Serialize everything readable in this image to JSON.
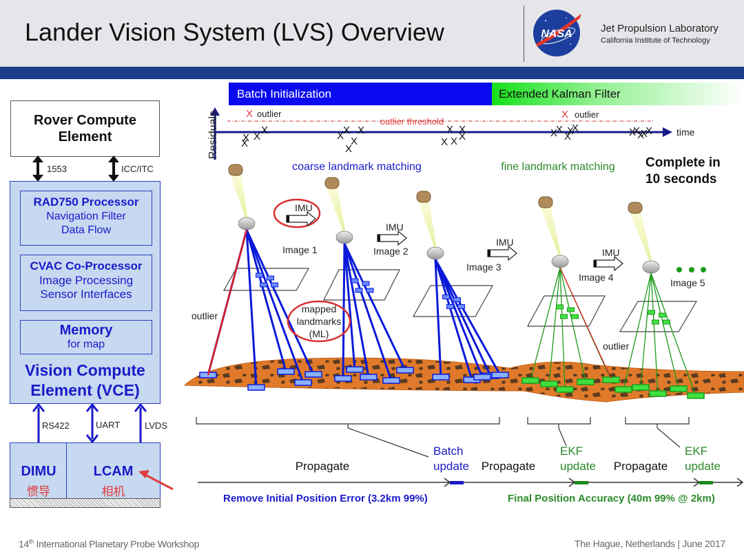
{
  "header": {
    "title": "Lander Vision System (LVS) Overview",
    "logo": "nasa-meatball-logo",
    "logo_text": "NASA",
    "org_line1": "Jet Propulsion Laboratory",
    "org_line2": "California Institute of Technology"
  },
  "block_diagram": {
    "rover_compute": "Rover Compute Element",
    "link_1553": "1553",
    "link_icc": "ICC/ITC",
    "rad750": {
      "title": "RAD750 Processor",
      "line1": "Navigation Filter",
      "line2": "Data Flow"
    },
    "cvac": {
      "title": "CVAC Co-Processor",
      "line1": "Image Processing",
      "line2": "Sensor Interfaces"
    },
    "memory": {
      "title": "Memory",
      "line1": "for map"
    },
    "vce_title_line1": "Vision Compute",
    "vce_title_line2": "Element (VCE)",
    "link_rs422": "RS422",
    "link_uart": "UART",
    "link_lvds": "LVDS",
    "dimu": {
      "title": "DIMU",
      "annotation": "惯导"
    },
    "lcam": {
      "title": "LCAM",
      "annotation": "相机"
    },
    "annotation_color": "#e03c3c"
  },
  "timeline": {
    "batch_label": "Batch Initialization",
    "ekf_label": "Extended Kalman Filter",
    "residuals_axis": "Residuals",
    "time_axis": "time",
    "outlier_label": "outlier",
    "outlier_marker": "X",
    "threshold_label": "outlier threshold",
    "coarse_label": "coarse landmark matching",
    "fine_label": "fine landmark matching",
    "complete_line1": "Complete in",
    "complete_line2": "10 seconds"
  },
  "scene": {
    "imu_label": "IMU",
    "images": [
      "Image 1",
      "Image 2",
      "Image 3",
      "Image 4",
      "Image 5"
    ],
    "outlier_left": "outlier",
    "outlier_right": "outlier",
    "mapped_line1": "mapped",
    "mapped_line2": "landmarks",
    "mapped_line3": "(ML)",
    "ellipsis": "• • •"
  },
  "bottom": {
    "propagate": "Propagate",
    "batch_update_line1": "Batch",
    "batch_update_line2": "update",
    "ekf_update_line1": "EKF",
    "ekf_update_line2": "update",
    "remove_error": "Remove Initial Position Error (3.2km 99%)",
    "final_accuracy": "Final Position Accuracy (40m 99%  @ 2km)"
  },
  "colors": {
    "batch_blue": "#0a0af0",
    "ekf_green": "#15e01a",
    "header_band": "#1a3f8a",
    "vce_fill": "#c6d9f1",
    "text_blue": "#1a1ac8",
    "text_green": "#2a8a2a"
  },
  "footer": {
    "left_prefix": "14",
    "left_sup": "th",
    "left_text": " International Planetary Probe Workshop",
    "right": "The Hague, Netherlands | June 2017"
  }
}
